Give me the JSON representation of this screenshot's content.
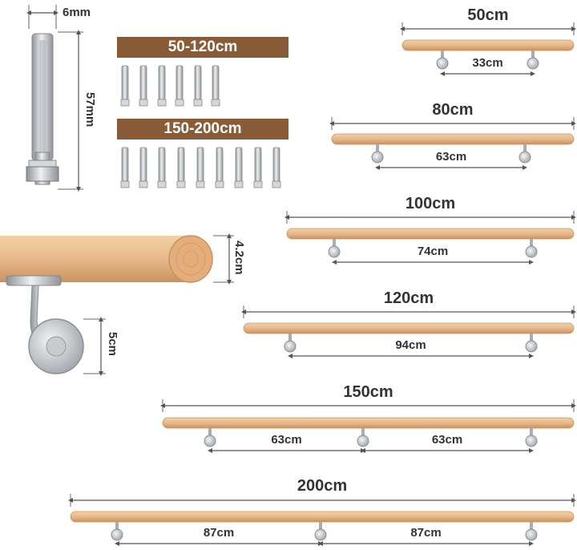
{
  "anchor": {
    "width_label": "6mm",
    "length_label": "57mm"
  },
  "kits": [
    {
      "banner": "50-120cm"
    },
    {
      "banner": "150-200cm"
    }
  ],
  "detail": {
    "diameter_label": "4.2cm",
    "plate_label": "5cm"
  },
  "rails": [
    {
      "length": "50cm",
      "spacings": [
        "33cm"
      ]
    },
    {
      "length": "80cm",
      "spacings": [
        "63cm"
      ]
    },
    {
      "length": "100cm",
      "spacings": [
        "74cm"
      ]
    },
    {
      "length": "120cm",
      "spacings": [
        "94cm"
      ]
    },
    {
      "length": "150cm",
      "spacings": [
        "63cm",
        "63cm"
      ]
    },
    {
      "length": "200cm",
      "spacings": [
        "87cm",
        "87cm"
      ]
    }
  ],
  "colors": {
    "wood": "#e7b98a",
    "wood_dark": "#c9925e",
    "banner": "#8a5b37",
    "steel": "#c8ccd0",
    "dimension_line": "#555555"
  }
}
